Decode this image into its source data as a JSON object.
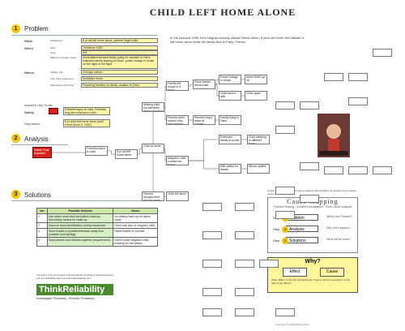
{
  "title": "Child Left Home Alone",
  "intro": "In the beloved 1990 John Hughes holiday classic Home Alone, 8 year old Kevin McCallister is left home alone while his family flies to Paris, France",
  "sections": {
    "problem": {
      "num": "1",
      "label": "Problem"
    },
    "analysis": {
      "num": "2",
      "label": "Analysis"
    },
    "solutions": {
      "num": "3",
      "label": "Solutions"
    }
  },
  "problem_fields": [
    {
      "label": "What",
      "sub": "Problem(s)",
      "value": "8 yr old left home alone, parents forget child"
    },
    {
      "label": "When",
      "sub": "Date",
      "value": "Christmas 1990"
    },
    {
      "label": "",
      "sub": "Time",
      "value": "AM"
    },
    {
      "label": "",
      "sub": "Different process / steps",
      "value": "Immediate/extended family going on vacation to Paris, extended family staying at house, power outage in house on the night of the flight"
    },
    {
      "label": "Where",
      "sub": "Facility, site",
      "value": "Chicago suburb"
    },
    {
      "label": "",
      "sub": "Unit, area, equipment",
      "value": "McAllister home"
    },
    {
      "label": "",
      "sub": "Task being performed",
      "value": "Preparing families for family vacation to Paris"
    }
  ],
  "impact_label": "Impact to the Goals",
  "impacts": [
    {
      "label": "Safety",
      "value": "Potential injury to child, Potential long term trauma to child"
    },
    {
      "label": "",
      "value": ""
    },
    {
      "label": "Reputation",
      "value": "8 yr child left home alone (until Home Alone 2, 1992)"
    }
  ],
  "analysis_root": "Safety Goal impacted",
  "table": {
    "headers": [
      "No.",
      "Possible Solution",
      "Cause"
    ],
    "rows": [
      {
        "no": "1",
        "solution": "Use alarm clock that has battery back-up. Secondary means for wake-up",
        "cause": "No battery back-up for alarm clock"
      },
      {
        "no": "2",
        "solution": "Improve head identification during headcount",
        "cause": "Didn't see face of neighbor child"
      },
      {
        "no": "3",
        "solution": "Store tickets in pockets/briefcase away from possible food spillage",
        "cause": "Plane tickets on counter"
      },
      {
        "no": "4",
        "solution": "Seat parents and children together (requirement)",
        "cause": "Didn't notice neighbor child missing (on the plane)"
      }
    ]
  },
  "template_note": "For a free copy of our Root Cause Analysis Template in Microsoft Excel, visit our Reliability Store at www.thinkreliability.com",
  "brand": {
    "name": "ThinkReliability",
    "tagline": "Investigate Problems. Prevent Problems."
  },
  "causemapping": {
    "note": "Cause Mapping is a tool for cause analysis that simplifies the problem into a visual cause-and-effect diagram",
    "title": "Cause Mapping",
    "subtitle": "Problem Solving - Incident Investigation - Root Cause Analysis",
    "steps": [
      {
        "step": "Step",
        "num": "1",
        "label": "Problem",
        "q": "What's the Problem?"
      },
      {
        "step": "Step",
        "num": "2",
        "label": "Analysis",
        "q": "Why did it happen?"
      },
      {
        "step": "Step",
        "num": "3",
        "label": "Solutions",
        "q": "What will be done?"
      }
    ]
  },
  "why": {
    "title": "Why?",
    "effect": "Effect",
    "cause": "Cause",
    "note": "Write \"Effect\" to the left, identifying the \"Cause\" with its connection on the right of the \"Effect.\""
  },
  "footer": "Copyright ThinkReliability 2012",
  "colors": {
    "accent": "#f2c400",
    "red": "#d6231f",
    "cause_fill": "#fff6a8",
    "brand_green": "#4a8a2c",
    "solution_green": "#cfe7a8"
  },
  "nodes": [
    {
      "id": "n1",
      "t": "Potential injury to child"
    },
    {
      "id": "n2",
      "t": "8 yr old left home alone"
    },
    {
      "id": "n3",
      "t": "Child at home"
    },
    {
      "id": "n4",
      "t": "Missing child not identified during counting of plane"
    },
    {
      "id": "n5",
      "t": "Family left house in a hurry"
    },
    {
      "id": "n6",
      "t": "Parents didn't realize child was missing"
    },
    {
      "id": "n7",
      "t": "Plane tickets arrived late"
    },
    {
      "id": "n8",
      "t": "Power outage in house"
    },
    {
      "id": "n9",
      "t": "Alarm didn't go off"
    },
    {
      "id": "n10",
      "t": "Child sent to attic"
    },
    {
      "id": "n11",
      "t": "Child upset"
    },
    {
      "id": "n12",
      "t": "Parents forgot ticket at counter"
    },
    {
      "id": "n13",
      "t": "Family flying to Paris"
    },
    {
      "id": "n14",
      "t": "Neighbor child counted as Kevin"
    },
    {
      "id": "n15",
      "t": "Extended family at house"
    },
    {
      "id": "n16",
      "t": "Child sleeping in different room"
    },
    {
      "id": "n17",
      "t": "Dinner spilled"
    },
    {
      "id": "n18",
      "t": "Milk spilled on tickets"
    },
    {
      "id": "n19",
      "t": "Parents thought child was on plane"
    },
    {
      "id": "n20",
      "t": "Child left alone"
    }
  ]
}
